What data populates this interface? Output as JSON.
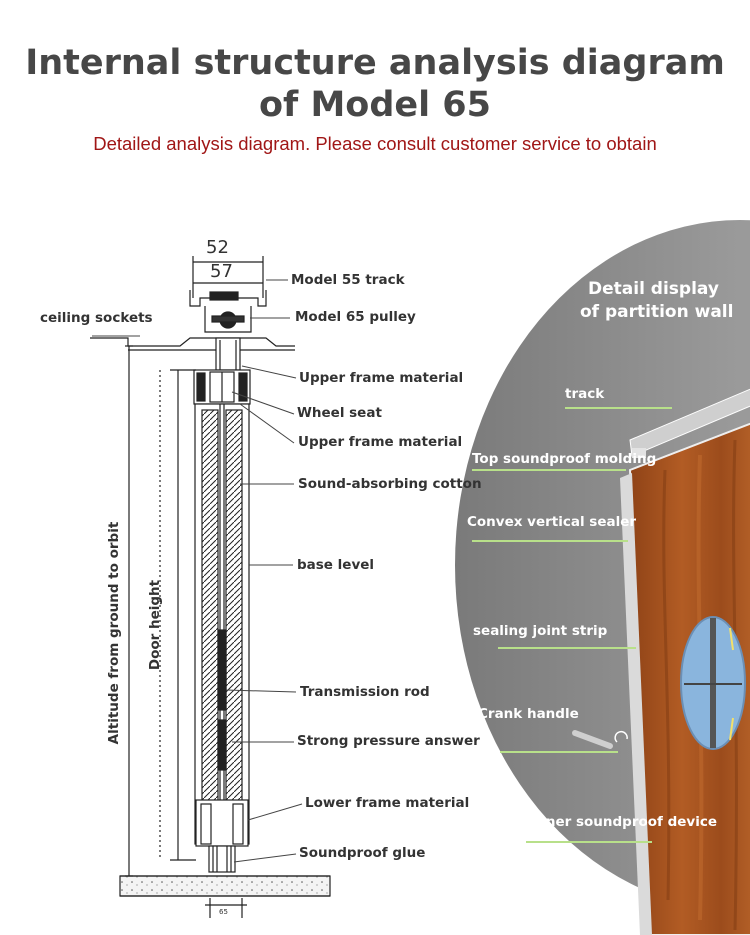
{
  "title": {
    "line1": "Internal structure analysis diagram",
    "line2": "of Model 65"
  },
  "subtitle": "Detailed analysis diagram. Please consult customer service to obtain",
  "dimensions": {
    "top_width_1": "52",
    "top_width_2": "57",
    "bottom_width": "65"
  },
  "section_labels": {
    "model_55_track": "Model 55 track",
    "ceiling_sockets": "ceiling sockets",
    "model_65_pulley": "Model 65 pulley",
    "upper_frame_1": "Upper frame material",
    "wheel_seat": "Wheel seat",
    "upper_frame_2": "Upper frame material",
    "sound_absorbing_cotton": "Sound-absorbing cotton",
    "base_level": "base level",
    "transmission_rod": "Transmission rod",
    "strong_pressure": "Strong pressure answer",
    "lower_frame": "Lower frame material",
    "soundproof_glue": "Soundproof glue"
  },
  "vertical_labels": {
    "altitude": "Altitude from ground to orbit",
    "door_height": "Door height"
  },
  "detail": {
    "heading_line1": "Detail display",
    "heading_line2": "of partition wall",
    "labels": {
      "track": "track",
      "top_molding": "Top soundproof molding",
      "convex_sealer": "Convex vertical sealer",
      "sealing_strip": "sealing joint strip",
      "crank_handle": "Crank handle",
      "corner_device": "Corner soundproof device"
    }
  },
  "colors": {
    "title": "#474747",
    "subtitle": "#a01616",
    "oval": "#8c8c8c",
    "callout_line": "#b8e08a",
    "wood": "#a4541f"
  }
}
